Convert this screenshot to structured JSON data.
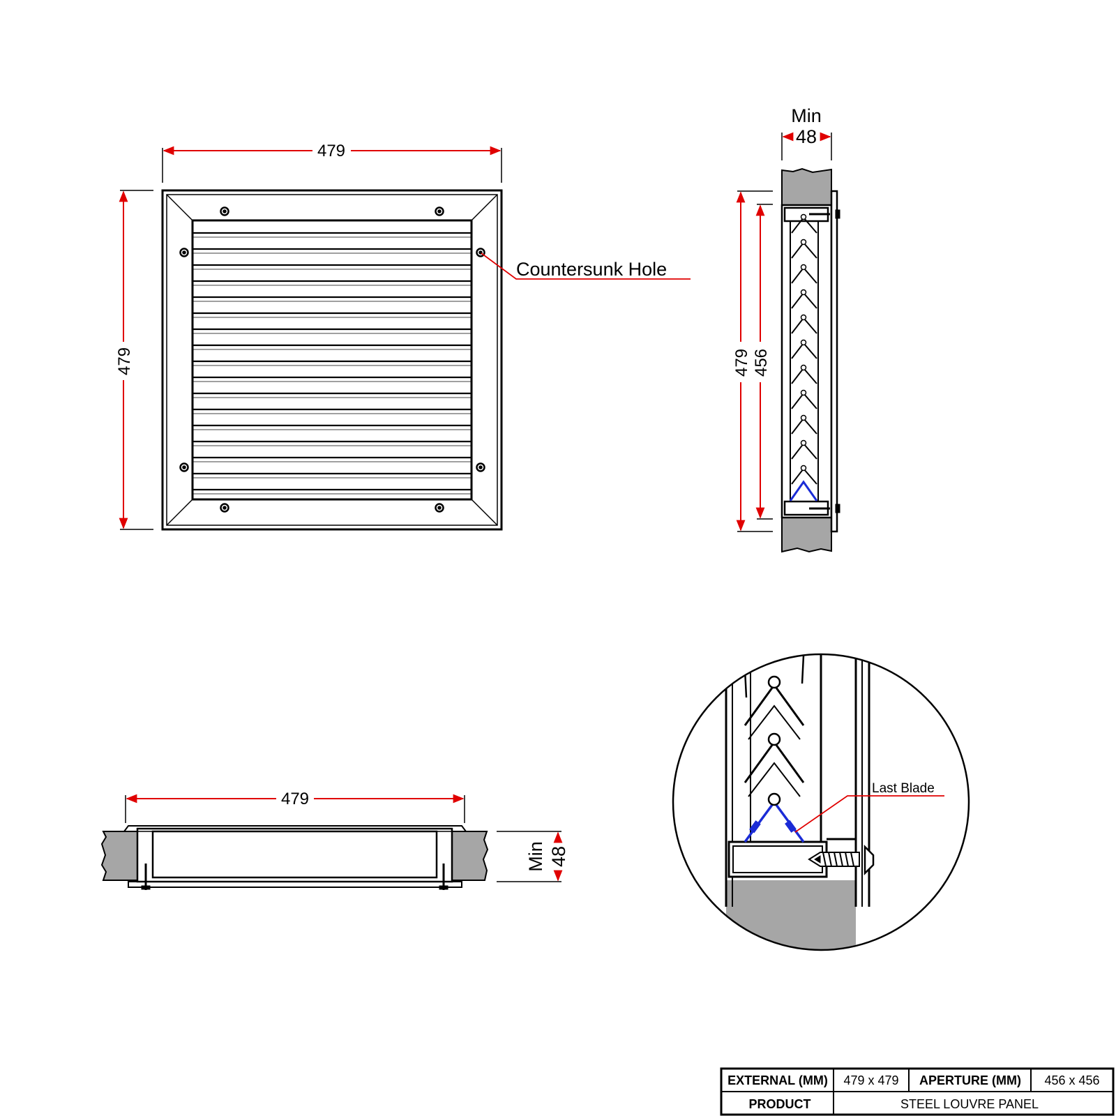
{
  "front_view": {
    "width_dim": "479",
    "height_dim": "479",
    "callout": "Countersunk Hole"
  },
  "side_view": {
    "depth_min_label": "Min",
    "depth_dim": "48",
    "overall_height_dim": "479",
    "aperture_height_dim": "456"
  },
  "plan_view": {
    "width_dim": "479",
    "depth_min_label": "Min",
    "depth_dim": "48"
  },
  "detail_view": {
    "callout": "Last Blade"
  },
  "title_block": {
    "external_label": "EXTERNAL (MM)",
    "external_value": "479 x 479",
    "aperture_label": "APERTURE (MM)",
    "aperture_value": "456 x 456",
    "product_label": "PRODUCT",
    "product_value": "STEEL LOUVRE PANEL"
  },
  "colors": {
    "dimension_line": "#e00000",
    "last_blade": "#1a2bd6",
    "wall_fill": "#a6a6a6",
    "outline": "#000000"
  }
}
